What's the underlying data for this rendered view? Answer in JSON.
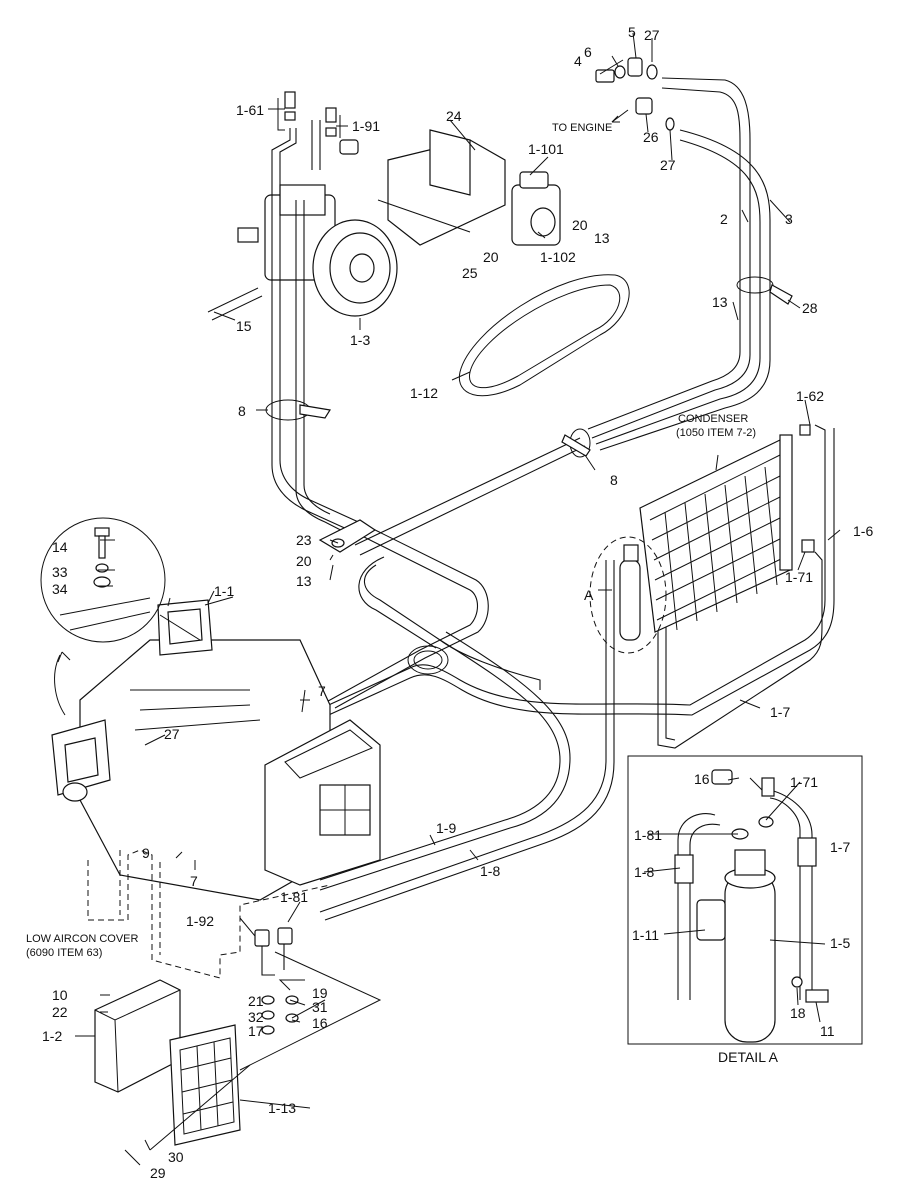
{
  "labels": {
    "p1_1": "1-1",
    "p1_2": "1-2",
    "p1_3": "1-3",
    "p1_5": "1-5",
    "p1_6": "1-6",
    "p1_7a": "1-7",
    "p1_7b": "1-7",
    "p1_8a": "1-8",
    "p1_8b": "1-8",
    "p1_9": "1-9",
    "p1_11": "1-11",
    "p1_12": "1-12",
    "p1_13": "1-13",
    "p1_61": "1-61",
    "p1_62": "1-62",
    "p1_71a": "1-71",
    "p1_71b": "1-71",
    "p1_81a": "1-81",
    "p1_81b": "1-81",
    "p1_91": "1-91",
    "p1_92": "1-92",
    "p1_101": "1-101",
    "p1_102": "1-102",
    "p2": "2",
    "p3": "3",
    "p4": "4",
    "p5": "5",
    "p6": "6",
    "p7a": "7",
    "p7b": "7",
    "p8a": "8",
    "p8b": "8",
    "p9": "9",
    "p10": "10",
    "p11": "11",
    "p13a": "13",
    "p13b": "13",
    "p13c": "13",
    "p14": "14",
    "p15": "15",
    "p16a": "16",
    "p16b": "16",
    "p17": "17",
    "p18": "18",
    "p19": "19",
    "p20a": "20",
    "p20b": "20",
    "p20c": "20",
    "p21": "21",
    "p22": "22",
    "p23": "23",
    "p24": "24",
    "p25": "25",
    "p26": "26",
    "p27a": "27",
    "p27b": "27",
    "p27c": "27",
    "p28": "28",
    "p29": "29",
    "p30": "30",
    "p31": "31",
    "p32": "32",
    "p33": "33",
    "p34": "34",
    "a_mark": "A"
  },
  "captions": {
    "to_engine": "TO ENGINE",
    "condenser_line1": "CONDENSER",
    "condenser_line2": "(1050 ITEM 7-2)",
    "cover_line1": "LOW AIRCON COVER",
    "cover_line2": "(6090 ITEM 63)",
    "detail_a": "DETAIL A"
  }
}
